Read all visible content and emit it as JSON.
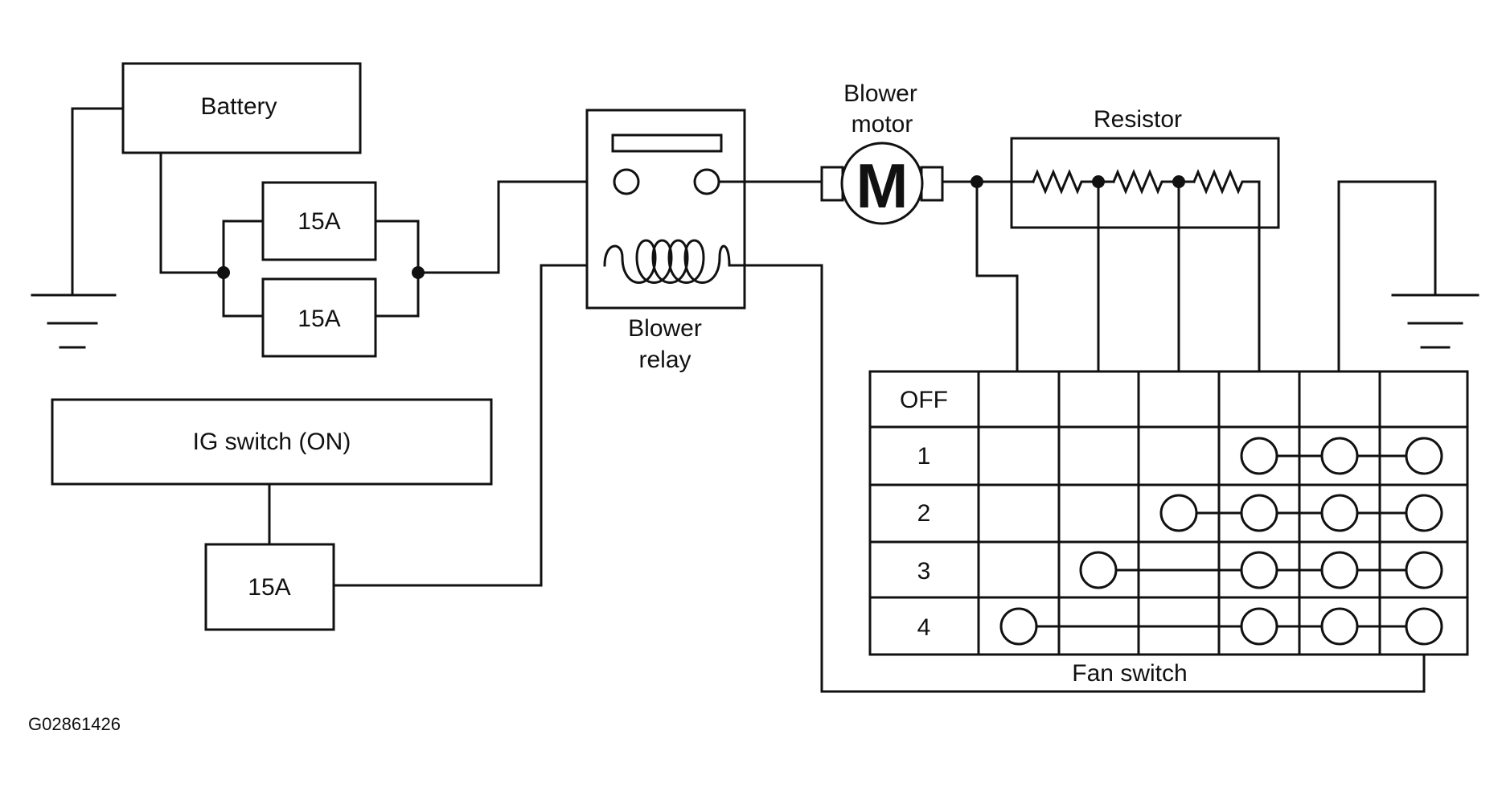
{
  "labels": {
    "battery": "Battery",
    "fuse_a": "15A",
    "fuse_b": "15A",
    "fuse_c": "15A",
    "ig_switch": "IG switch (ON)",
    "blower_relay_line1": "Blower",
    "blower_relay_line2": "relay",
    "blower_motor_line1": "Blower",
    "blower_motor_line2": "motor",
    "motor_symbol": "M",
    "resistor": "Resistor",
    "fan_switch": "Fan switch",
    "figure_id": "G02861426"
  },
  "fan_switch_table": {
    "positions": [
      "OFF",
      "1",
      "2",
      "3",
      "4"
    ],
    "connections": [
      [],
      [
        3,
        4,
        5
      ],
      [
        2,
        3,
        4,
        5
      ],
      [
        1,
        3,
        4,
        5
      ],
      [
        0,
        3,
        4,
        5
      ]
    ]
  }
}
